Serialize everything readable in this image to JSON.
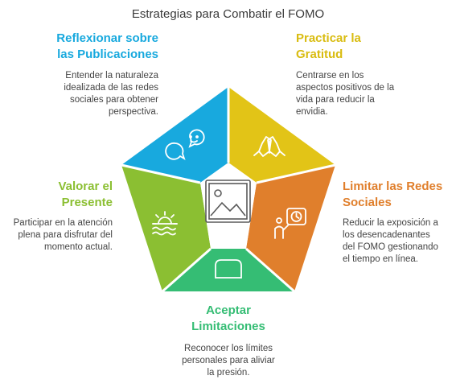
{
  "title": "Estrategias para Combatir el FOMO",
  "colors": {
    "reflexionar": "#18A9DE",
    "practicar": "#E2C417",
    "limitar": "#E07F2C",
    "aceptar": "#35BD74",
    "valorar": "#8BBF32",
    "center": "#FFFFFF"
  },
  "segments": [
    {
      "id": "reflexionar",
      "icon": "chat-bubbles-icon",
      "heading_lines": [
        "Reflexionar sobre",
        "las Publicaciones"
      ],
      "desc_lines": [
        "Entender la naturaleza",
        "idealizada de las redes",
        "sociales para obtener",
        "perspectiva."
      ]
    },
    {
      "id": "practicar",
      "icon": "praying-hands-icon",
      "heading_lines": [
        "Practicar la",
        "Gratitud"
      ],
      "desc_lines": [
        "Centrarse en los",
        "aspectos positivos de la",
        "vida para reducir la",
        "envidia."
      ]
    },
    {
      "id": "limitar",
      "icon": "person-clock-icon",
      "heading_lines": [
        "Limitar las Redes",
        "Sociales"
      ],
      "desc_lines": [
        "Reducir la exposición a",
        "los desencadenantes",
        "del FOMO gestionando",
        "el tiempo en línea."
      ]
    },
    {
      "id": "aceptar",
      "icon": "rounded-frame-icon",
      "heading_lines": [
        "Aceptar",
        "Limitaciones"
      ],
      "desc_lines": [
        "Reconocer los límites",
        "personales para aliviar",
        "la presión."
      ]
    },
    {
      "id": "valorar",
      "icon": "sunset-icon",
      "heading_lines": [
        "Valorar el",
        "Presente"
      ],
      "desc_lines": [
        "Participar en la atención",
        "plena para disfrutar del",
        "momento actual."
      ]
    }
  ],
  "center_icon": "image-placeholder-icon"
}
